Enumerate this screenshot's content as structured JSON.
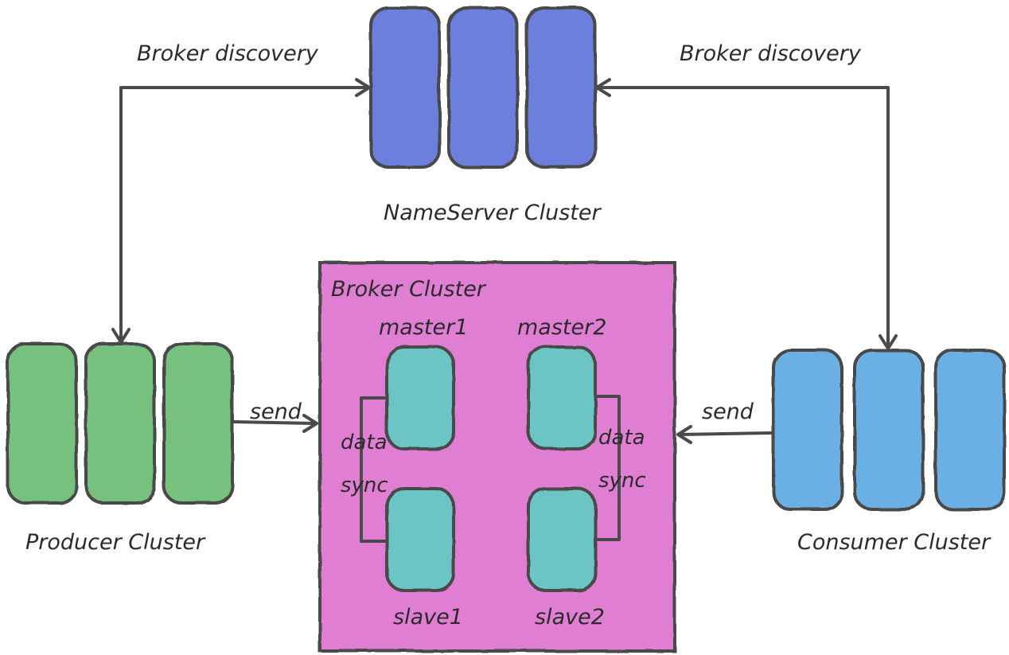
{
  "colors": {
    "nameserver": "#6c7fdc",
    "producer": "#77c17f",
    "consumer": "#6ab0e4",
    "broker_bg": "#e07ed3",
    "broker_node": "#6dc4c4",
    "stroke": "#4a4a4a"
  },
  "labels": {
    "discovery_left": "Broker discovery",
    "discovery_right": "Broker discovery",
    "nameserver_cluster": "NameServer Cluster",
    "broker_cluster": "Broker Cluster",
    "producer_cluster": "Producer Cluster",
    "consumer_cluster": "Consumer Cluster",
    "send_left": "send",
    "send_right": "send",
    "data_left": "data",
    "sync_left": "sync",
    "data_right": "data",
    "sync_right": "sync",
    "master1": "master1",
    "master2": "master2",
    "slave1": "slave1",
    "slave2": "slave2"
  }
}
